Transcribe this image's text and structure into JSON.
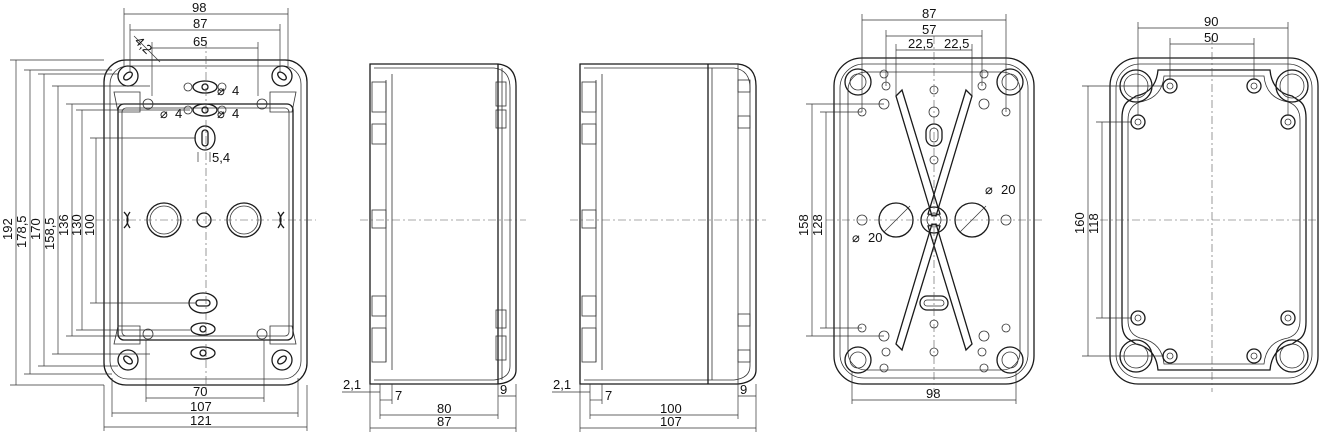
{
  "views": {
    "front": {
      "dims": {
        "top_98": "98",
        "top_87": "87",
        "top_65": "65",
        "r42": "4,2",
        "h192": "192",
        "h178_5": "178,5",
        "h170": "170",
        "h158_5": "158,5",
        "h136": "136",
        "h130": "130",
        "h100": "100",
        "d4a": "4",
        "d4b": "4",
        "d4c": "4",
        "slot": "5,4",
        "b70": "70",
        "b107": "107",
        "b121": "121"
      }
    },
    "side_short": {
      "dims": {
        "wall": "2,1",
        "lip": "7",
        "depth": "80",
        "overall": "87",
        "flange": "9"
      }
    },
    "side_long": {
      "dims": {
        "wall": "2,1",
        "lip": "7",
        "depth": "100",
        "overall": "107",
        "flange": "9"
      }
    },
    "back": {
      "dims": {
        "t87": "87",
        "t57": "57",
        "t22a": "22,5",
        "t22b": "22,5",
        "h158": "158",
        "h128": "128",
        "d20a": "20",
        "d20b": "20",
        "b98": "98"
      }
    },
    "lid": {
      "dims": {
        "t90": "90",
        "t50": "50",
        "h160": "160",
        "h118": "118"
      }
    }
  },
  "symbols": {
    "diameter": "⌀"
  }
}
